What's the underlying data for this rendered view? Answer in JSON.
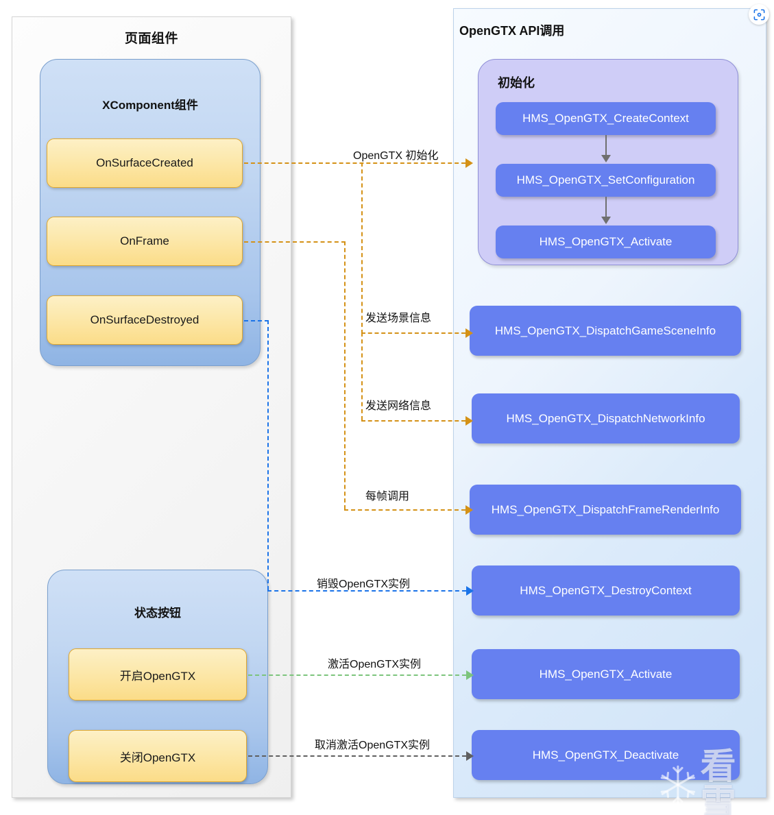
{
  "left_panel": {
    "title": "页面组件",
    "groups": [
      {
        "name": "xcomponent",
        "title": "XComponent组件",
        "nodes": [
          {
            "label": "OnSurfaceCreated"
          },
          {
            "label": "OnFrame"
          },
          {
            "label": "OnSurfaceDestroyed"
          }
        ]
      },
      {
        "name": "state-buttons",
        "title": "状态按钮",
        "nodes": [
          {
            "label": "开启OpenGTX"
          },
          {
            "label": "关闭OpenGTX"
          }
        ]
      }
    ]
  },
  "right_panel": {
    "title": "OpenGTX API调用",
    "init_group": {
      "title": "初始化",
      "nodes": [
        {
          "label": "HMS_OpenGTX_CreateContext"
        },
        {
          "label": "HMS_OpenGTX_SetConfiguration"
        },
        {
          "label": "HMS_OpenGTX_Activate"
        }
      ]
    },
    "api_nodes": [
      {
        "label": "HMS_OpenGTX_DispatchGameSceneInfo"
      },
      {
        "label": "HMS_OpenGTX_DispatchNetworkInfo"
      },
      {
        "label": "HMS_OpenGTX_DispatchFrameRenderInfo"
      },
      {
        "label": "HMS_OpenGTX_DestroyContext"
      },
      {
        "label": "HMS_OpenGTX_Activate"
      },
      {
        "label": "HMS_OpenGTX_Deactivate"
      }
    ]
  },
  "edges": [
    {
      "name": "init",
      "label": "OpenGTX 初始化",
      "color": "#d49116",
      "style": "dashed"
    },
    {
      "name": "scene-info",
      "label": "发送场景信息",
      "color": "#d49116",
      "style": "dashed"
    },
    {
      "name": "network-info",
      "label": "发送网络信息",
      "color": "#d49116",
      "style": "dashed"
    },
    {
      "name": "frame-call",
      "label": "每帧调用",
      "color": "#d49116",
      "style": "dashed"
    },
    {
      "name": "destroy",
      "label": "销毁OpenGTX实例",
      "color": "#1a73e8",
      "style": "dashed"
    },
    {
      "name": "activate",
      "label": "激活OpenGTX实例",
      "color": "#7cc47c",
      "style": "dashed"
    },
    {
      "name": "deactivate",
      "label": "取消激活OpenGTX实例",
      "color": "#5f5f5f",
      "style": "dashed"
    }
  ],
  "icons": {
    "scan": "scan-icon"
  },
  "watermark": {
    "text": "看雪"
  },
  "colors": {
    "accent_orange": "#d49116",
    "accent_blue": "#1a73e8",
    "accent_green": "#7cc47c",
    "accent_gray": "#5f5f5f",
    "api_node": "#6680f0",
    "init_group": "#cfcdf7",
    "node_yellow": "#fbdc88",
    "group_blue": "#a9c6ec"
  }
}
